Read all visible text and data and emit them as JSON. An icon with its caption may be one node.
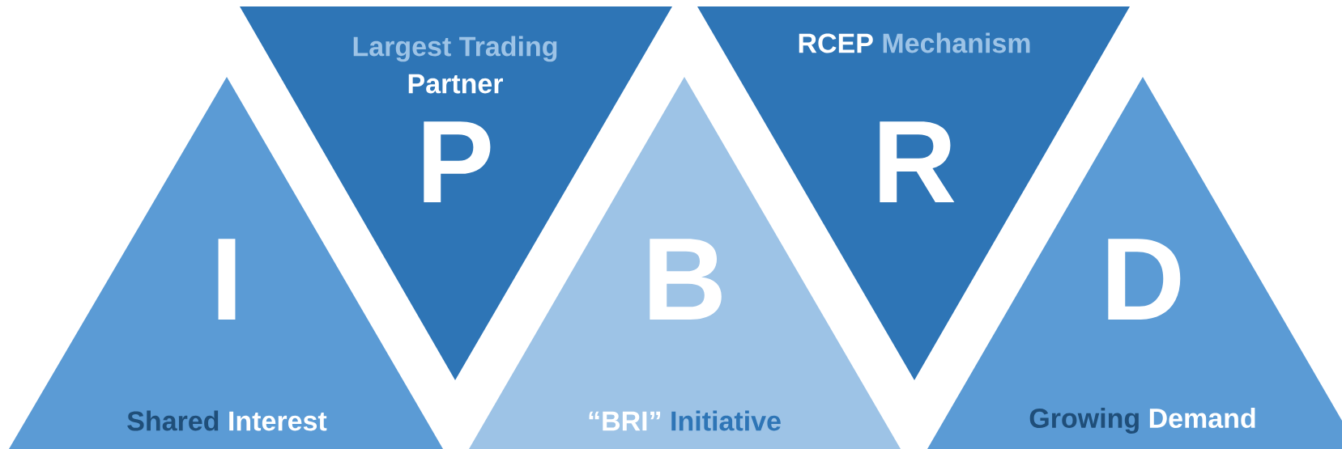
{
  "diagram": {
    "nodes": [
      {
        "text": [
          "I",
          "Shared",
          "Interest"
        ]
      },
      {
        "text": [
          "Largest Trading",
          "Partner",
          "P"
        ]
      },
      {
        "text": [
          "B",
          "“BRI”",
          "Initiative"
        ]
      },
      {
        "text": [
          "RCEP",
          "Mechanism",
          "R"
        ]
      },
      {
        "text": [
          "D",
          "Growing",
          "Demand"
        ]
      }
    ]
  }
}
